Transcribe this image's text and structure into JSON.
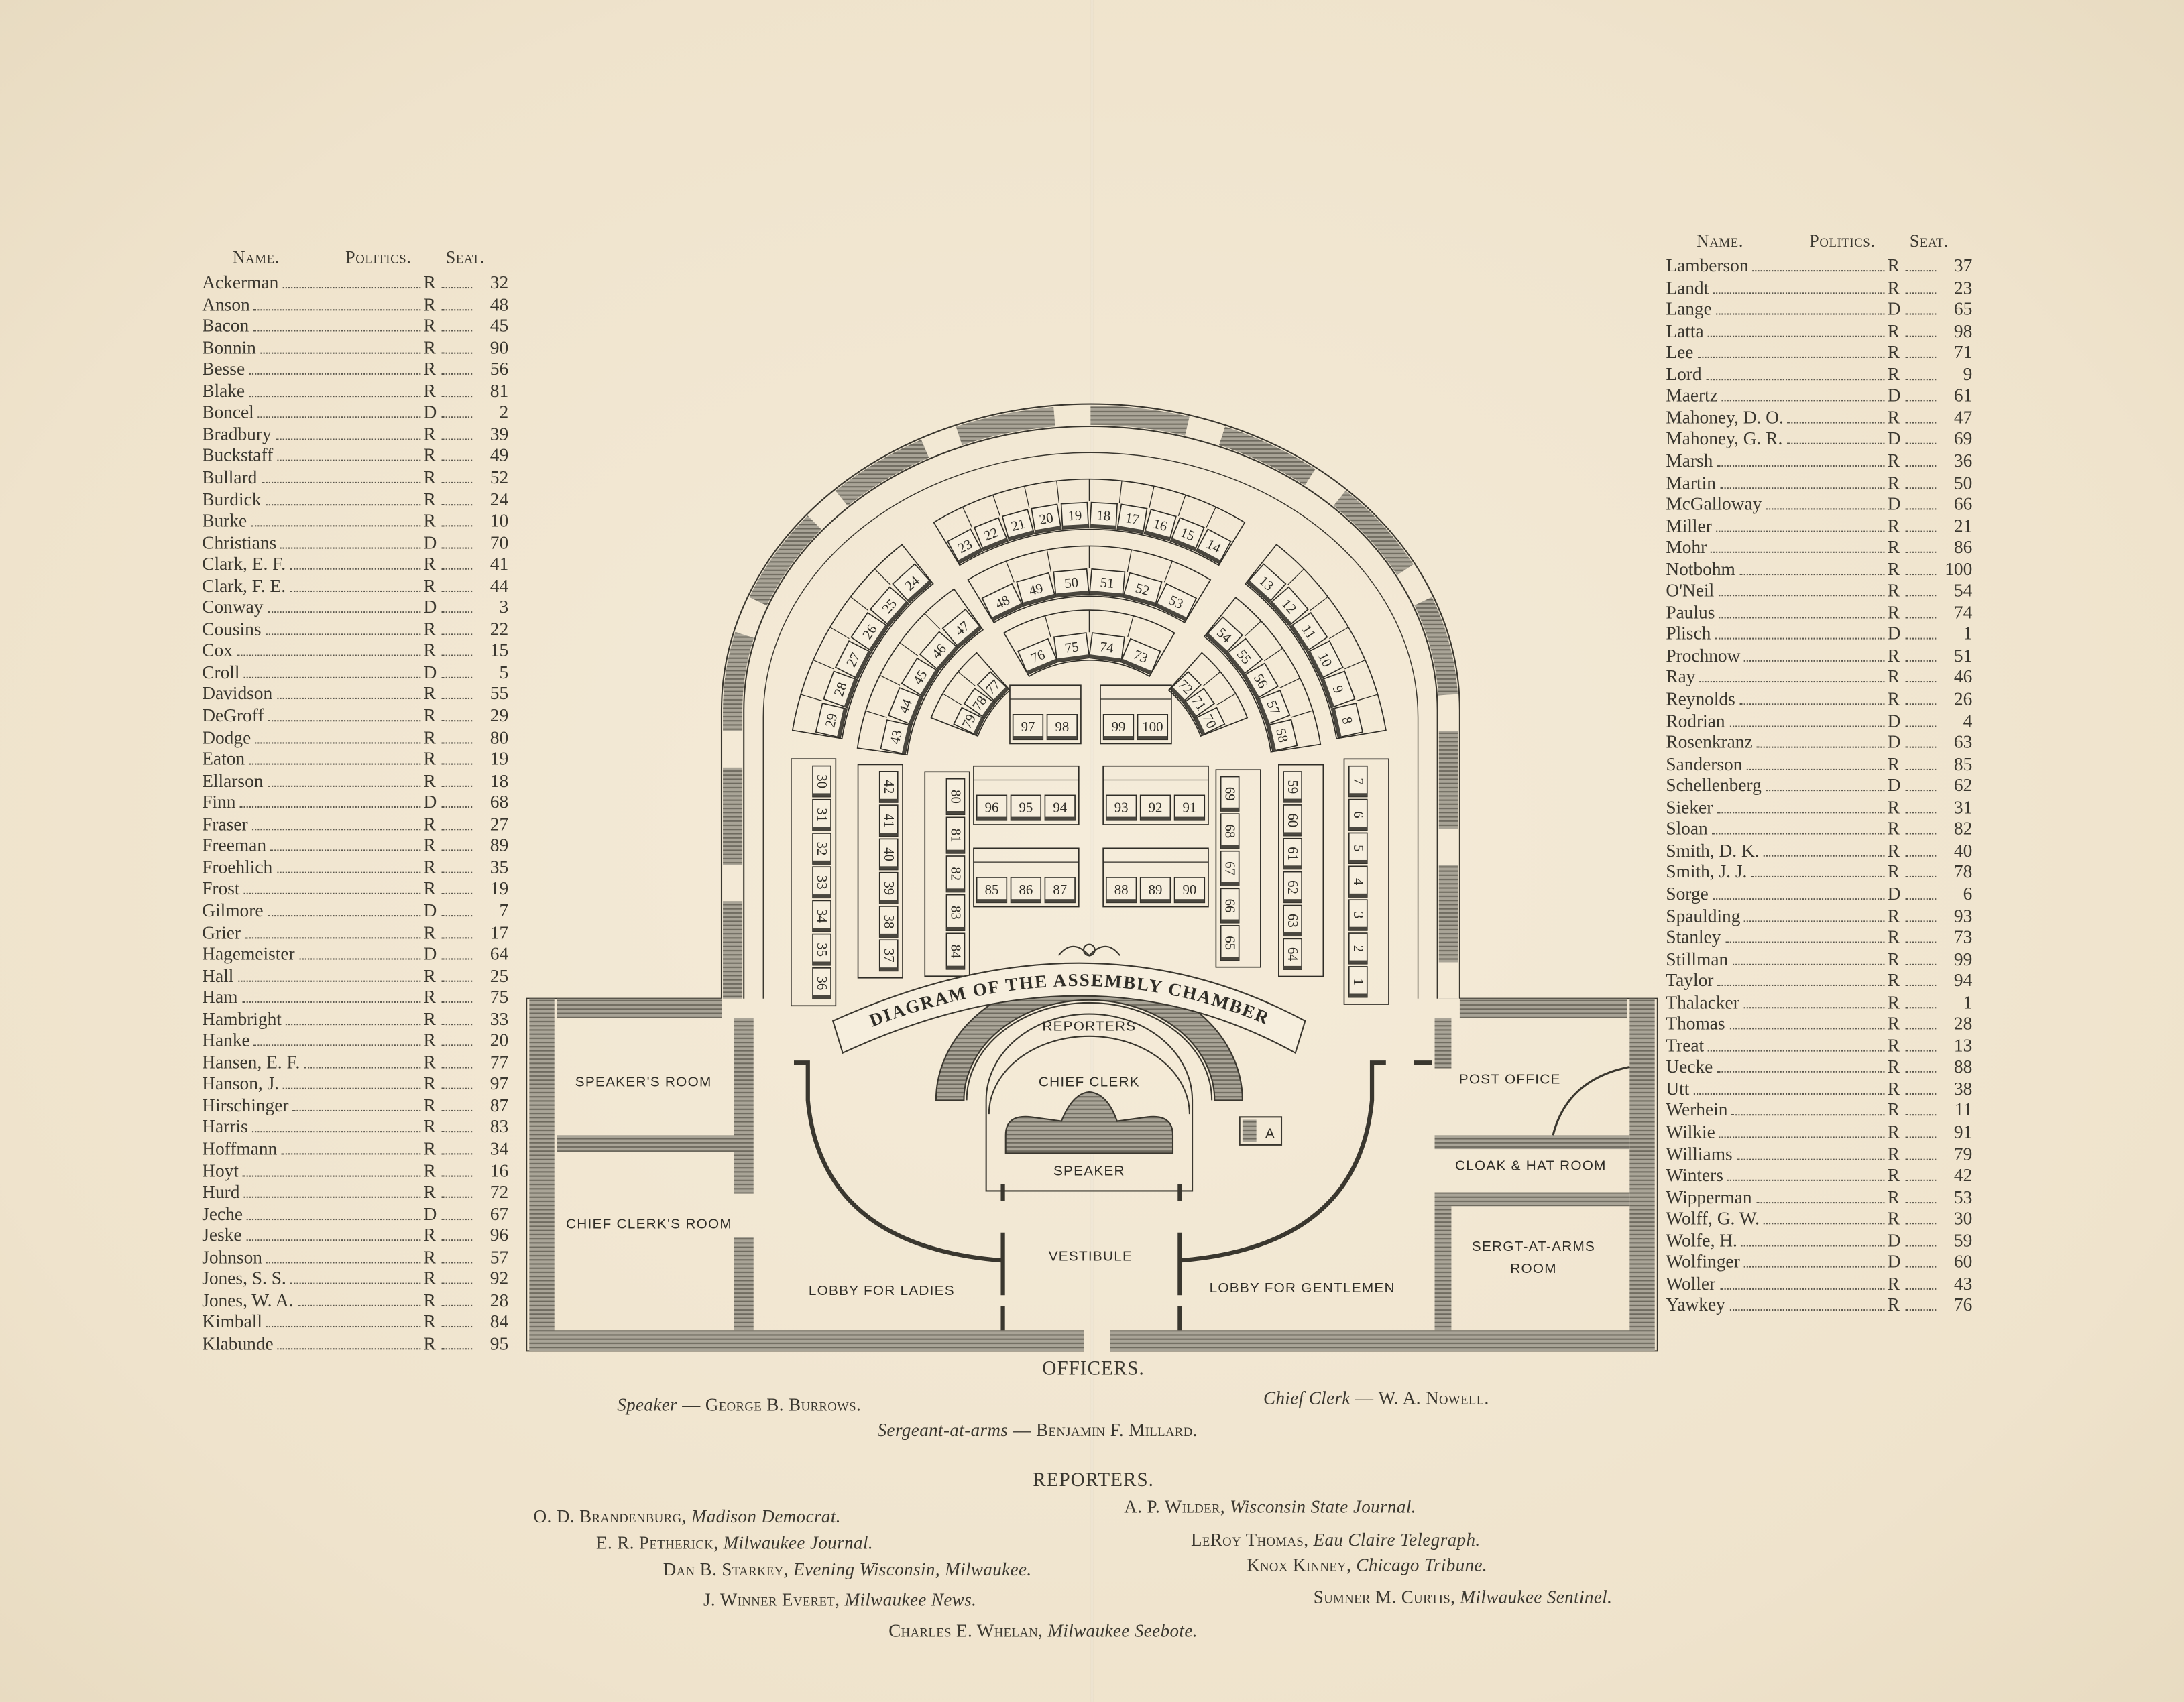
{
  "left_list": {
    "headers": {
      "name": "Name.",
      "politics": "Politics.",
      "seat": "Seat."
    },
    "rows": [
      [
        "Ackerman",
        "R",
        "32"
      ],
      [
        "Anson",
        "R",
        "48"
      ],
      [
        "Bacon",
        "R",
        "45"
      ],
      [
        "Bonnin",
        "R",
        "90"
      ],
      [
        "Besse",
        "R",
        "56"
      ],
      [
        "Blake",
        "R",
        "81"
      ],
      [
        "Boncel",
        "D",
        "2"
      ],
      [
        "Bradbury",
        "R",
        "39"
      ],
      [
        "Buckstaff",
        "R",
        "49"
      ],
      [
        "Bullard",
        "R",
        "52"
      ],
      [
        "Burdick",
        "R",
        "24"
      ],
      [
        "Burke",
        "R",
        "10"
      ],
      [
        "Christians",
        "D",
        "70"
      ],
      [
        "Clark, E. F.",
        "R",
        "41"
      ],
      [
        "Clark, F. E.",
        "R",
        "44"
      ],
      [
        "Conway",
        "D",
        "3"
      ],
      [
        "Cousins",
        "R",
        "22"
      ],
      [
        "Cox",
        "R",
        "15"
      ],
      [
        "Croll",
        "D",
        "5"
      ],
      [
        "Davidson",
        "R",
        "55"
      ],
      [
        "DeGroff",
        "R",
        "29"
      ],
      [
        "Dodge",
        "R",
        "80"
      ],
      [
        "Eaton",
        "R",
        "19"
      ],
      [
        "Ellarson",
        "R",
        "18"
      ],
      [
        "Finn",
        "D",
        "68"
      ],
      [
        "Fraser",
        "R",
        "27"
      ],
      [
        "Freeman",
        "R",
        "89"
      ],
      [
        "Froehlich",
        "R",
        "35"
      ],
      [
        "Frost",
        "R",
        "19"
      ],
      [
        "Gilmore",
        "D",
        "7"
      ],
      [
        "Grier",
        "R",
        "17"
      ],
      [
        "Hagemeister",
        "D",
        "64"
      ],
      [
        "Hall",
        "R",
        "25"
      ],
      [
        "Ham",
        "R",
        "75"
      ],
      [
        "Hambright",
        "R",
        "33"
      ],
      [
        "Hanke",
        "R",
        "20"
      ],
      [
        "Hansen, E. F.",
        "R",
        "77"
      ],
      [
        "Hanson, J.",
        "R",
        "97"
      ],
      [
        "Hirschinger",
        "R",
        "87"
      ],
      [
        "Harris",
        "R",
        "83"
      ],
      [
        "Hoffmann",
        "R",
        "34"
      ],
      [
        "Hoyt",
        "R",
        "16"
      ],
      [
        "Hurd",
        "R",
        "72"
      ],
      [
        "Jeche",
        "D",
        "67"
      ],
      [
        "Jeske",
        "R",
        "96"
      ],
      [
        "Johnson",
        "R",
        "57"
      ],
      [
        "Jones, S. S.",
        "R",
        "92"
      ],
      [
        "Jones, W. A.",
        "R",
        "28"
      ],
      [
        "Kimball",
        "R",
        "84"
      ],
      [
        "Klabunde",
        "R",
        "95"
      ]
    ]
  },
  "right_list": {
    "headers": {
      "name": "Name.",
      "politics": "Politics.",
      "seat": "Seat."
    },
    "rows": [
      [
        "Lamberson",
        "R",
        "37"
      ],
      [
        "Landt",
        "R",
        "23"
      ],
      [
        "Lange",
        "D",
        "65"
      ],
      [
        "Latta",
        "R",
        "98"
      ],
      [
        "Lee",
        "R",
        "71"
      ],
      [
        "Lord",
        "R",
        "9"
      ],
      [
        "Maertz",
        "D",
        "61"
      ],
      [
        "Mahoney, D. O.",
        "R",
        "47"
      ],
      [
        "Mahoney, G. R.",
        "D",
        "69"
      ],
      [
        "Marsh",
        "R",
        "36"
      ],
      [
        "Martin",
        "R",
        "50"
      ],
      [
        "McGalloway",
        "D",
        "66"
      ],
      [
        "Miller",
        "R",
        "21"
      ],
      [
        "Mohr",
        "R",
        "86"
      ],
      [
        "Notbohm",
        "R",
        "100"
      ],
      [
        "O'Neil",
        "R",
        "54"
      ],
      [
        "Paulus",
        "R",
        "74"
      ],
      [
        "Plisch",
        "D",
        "1"
      ],
      [
        "Prochnow",
        "R",
        "51"
      ],
      [
        "Ray",
        "R",
        "46"
      ],
      [
        "Reynolds",
        "R",
        "26"
      ],
      [
        "Rodrian",
        "D",
        "4"
      ],
      [
        "Rosenkranz",
        "D",
        "63"
      ],
      [
        "Sanderson",
        "R",
        "85"
      ],
      [
        "Schellenberg",
        "D",
        "62"
      ],
      [
        "Sieker",
        "R",
        "31"
      ],
      [
        "Sloan",
        "R",
        "82"
      ],
      [
        "Smith, D. K.",
        "R",
        "40"
      ],
      [
        "Smith, J. J.",
        "R",
        "78"
      ],
      [
        "Sorge",
        "D",
        "6"
      ],
      [
        "Spaulding",
        "R",
        "93"
      ],
      [
        "Stanley",
        "R",
        "73"
      ],
      [
        "Stillman",
        "R",
        "99"
      ],
      [
        "Taylor",
        "R",
        "94"
      ],
      [
        "Thalacker",
        "R",
        "1"
      ],
      [
        "Thomas",
        "R",
        "28"
      ],
      [
        "Treat",
        "R",
        "13"
      ],
      [
        "Uecke",
        "R",
        "88"
      ],
      [
        "Utt",
        "R",
        "38"
      ],
      [
        "Werhein",
        "R",
        "11"
      ],
      [
        "Wilkie",
        "R",
        "91"
      ],
      [
        "Williams",
        "R",
        "79"
      ],
      [
        "Winters",
        "R",
        "42"
      ],
      [
        "Wipperman",
        "R",
        "53"
      ],
      [
        "Wolff, G. W.",
        "R",
        "30"
      ],
      [
        "Wolfe, H.",
        "D",
        "59"
      ],
      [
        "Wolfinger",
        "D",
        "60"
      ],
      [
        "Woller",
        "R",
        "43"
      ],
      [
        "Yawkey",
        "R",
        "76"
      ]
    ]
  },
  "diagram": {
    "title": "DIAGRAM OF THE ASSEMBLY CHAMBER",
    "rooms": {
      "speakers_room": "SPEAKER'S ROOM",
      "chief_clerks_room": "CHIEF CLERK'S ROOM",
      "lobby_ladies": "LOBBY FOR LADIES",
      "vestibule": "VESTIBULE",
      "lobby_gentlemen": "LOBBY FOR GENTLEMEN",
      "post_office": "POST OFFICE",
      "cloak_room": "CLOAK & HAT ROOM",
      "sergeant_room_1": "SERGT-AT-ARMS",
      "sergeant_room_2": "ROOM",
      "reporters": "REPORTERS",
      "chief_clerk": "CHIEF CLERK",
      "speaker": "SPEAKER",
      "a_mark": "A"
    },
    "seats": {
      "outer_top": [
        "23",
        "22",
        "21",
        "20",
        "19",
        "18",
        "17",
        "16",
        "15",
        "14"
      ],
      "outer_left": [
        "24",
        "25",
        "26",
        "27",
        "28",
        "29"
      ],
      "outer_right": [
        "13",
        "12",
        "11",
        "10",
        "9",
        "8"
      ],
      "mid_top": [
        "48",
        "49",
        "50",
        "51",
        "52",
        "53"
      ],
      "mid_left": [
        "47",
        "46",
        "45",
        "44",
        "43"
      ],
      "mid_right": [
        "54",
        "55",
        "56",
        "57",
        "58"
      ],
      "inner_top": [
        "76",
        "75",
        "74",
        "73"
      ],
      "inner_left": [
        "77",
        "78",
        "79"
      ],
      "inner_right": [
        "72",
        "71",
        "70"
      ],
      "col_a": [
        "30",
        "31",
        "32",
        "33",
        "34",
        "35",
        "36"
      ],
      "col_b": [
        "42",
        "41",
        "40",
        "39",
        "38",
        "37"
      ],
      "col_c": [
        "80",
        "81",
        "82",
        "83",
        "84"
      ],
      "col_d": [
        "69",
        "68",
        "67",
        "66",
        "65"
      ],
      "col_e": [
        "59",
        "60",
        "61",
        "62",
        "63",
        "64"
      ],
      "col_f": [
        "7",
        "6",
        "5",
        "4",
        "3",
        "2",
        "1"
      ],
      "block_1": [
        "97",
        "98"
      ],
      "block_2": [
        "99",
        "100"
      ],
      "block_3": [
        "96",
        "95",
        "94"
      ],
      "block_4": [
        "93",
        "92",
        "91"
      ],
      "block_5": [
        "85",
        "86",
        "87"
      ],
      "block_6": [
        "88",
        "89",
        "90"
      ]
    }
  },
  "officers": {
    "heading": "OFFICERS.",
    "speaker_role": "Speaker",
    "speaker_name": "George B. Burrows.",
    "clerk_role": "Chief Clerk",
    "clerk_name": "W. A. Nowell.",
    "sergeant_role": "Sergeant-at-arms",
    "sergeant_name": "Benjamin F. Millard.",
    "dash": "—"
  },
  "reporters": {
    "heading": "REPORTERS.",
    "items": [
      {
        "name": "O. D. Brandenburg,",
        "paper": "Madison Democrat."
      },
      {
        "name": "A. P. Wilder,",
        "paper": "Wisconsin State Journal."
      },
      {
        "name": "E. R. Petherick,",
        "paper": "Milwaukee Journal."
      },
      {
        "name": "LeRoy Thomas,",
        "paper": "Eau Claire Telegraph."
      },
      {
        "name": "Dan B. Starkey,",
        "paper": "Evening Wisconsin, Milwaukee."
      },
      {
        "name": "Knox Kinney,",
        "paper": "Chicago Tribune."
      },
      {
        "name": "J. Winner Everet,",
        "paper": "Milwaukee News."
      },
      {
        "name": "Sumner M. Curtis,",
        "paper": "Milwaukee Sentinel."
      },
      {
        "name": "Charles E. Whelan,",
        "paper": "Milwaukee Seebote."
      }
    ]
  },
  "colors": {
    "paper": "#f1e6d1",
    "ink": "#3a372f",
    "hatch": "#8e8a7e"
  }
}
